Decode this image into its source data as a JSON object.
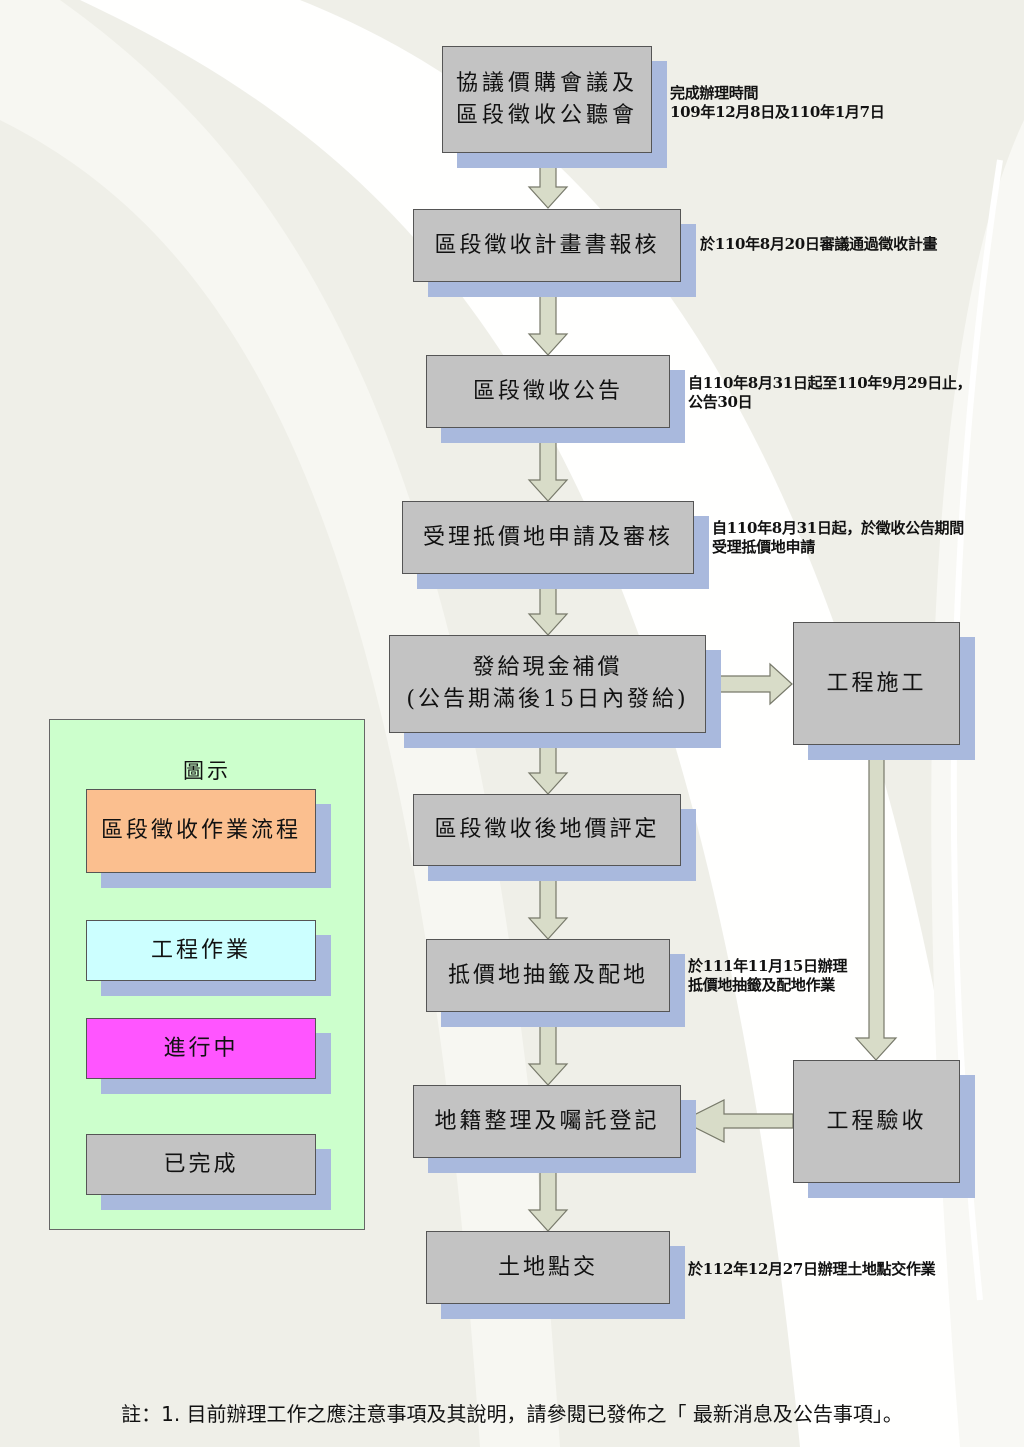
{
  "legend": {
    "title": "圖示",
    "items": [
      {
        "label": "區段徵收作業流程",
        "color": "#fbbf8f"
      },
      {
        "label": "工程作業",
        "color": "#ccffff"
      },
      {
        "label": "進行中",
        "color": "#ff55ff"
      },
      {
        "label": "已完成",
        "color": "#c3c3c3"
      }
    ]
  },
  "steps": [
    {
      "label": "協議價購會議及\n區段徵收公聽會",
      "note": "完成辦理時間\n109年12月8日及110年1月7日"
    },
    {
      "label": "區段徵收計畫書報核",
      "note": "於110年8月20日審議通過徵收計畫"
    },
    {
      "label": "區段徵收公告",
      "note": "自110年8月31日起至110年9月29日止，\n公告30日"
    },
    {
      "label": "受理抵價地申請及審核",
      "note": "自110年8月31日起，於徵收公告期間\n受理抵價地申請"
    },
    {
      "label": "發給現金補償\n(公告期滿後15日內發給)",
      "note": ""
    },
    {
      "label": "區段徵收後地價評定",
      "note": ""
    },
    {
      "label": "抵價地抽籤及配地",
      "note": "於111年11月15日辦理\n抵價地抽籤及配地作業"
    },
    {
      "label": "地籍整理及囑託登記",
      "note": ""
    },
    {
      "label": "土地點交",
      "note": "於112年12月27日辦理土地點交作業"
    }
  ],
  "engineering": [
    {
      "label": "工程施工"
    },
    {
      "label": "工程驗收"
    }
  ],
  "footnote": "註：1. 目前辦理工作之應注意事項及其說明，請參閱已發佈之「  最新消息及公告事項」。"
}
